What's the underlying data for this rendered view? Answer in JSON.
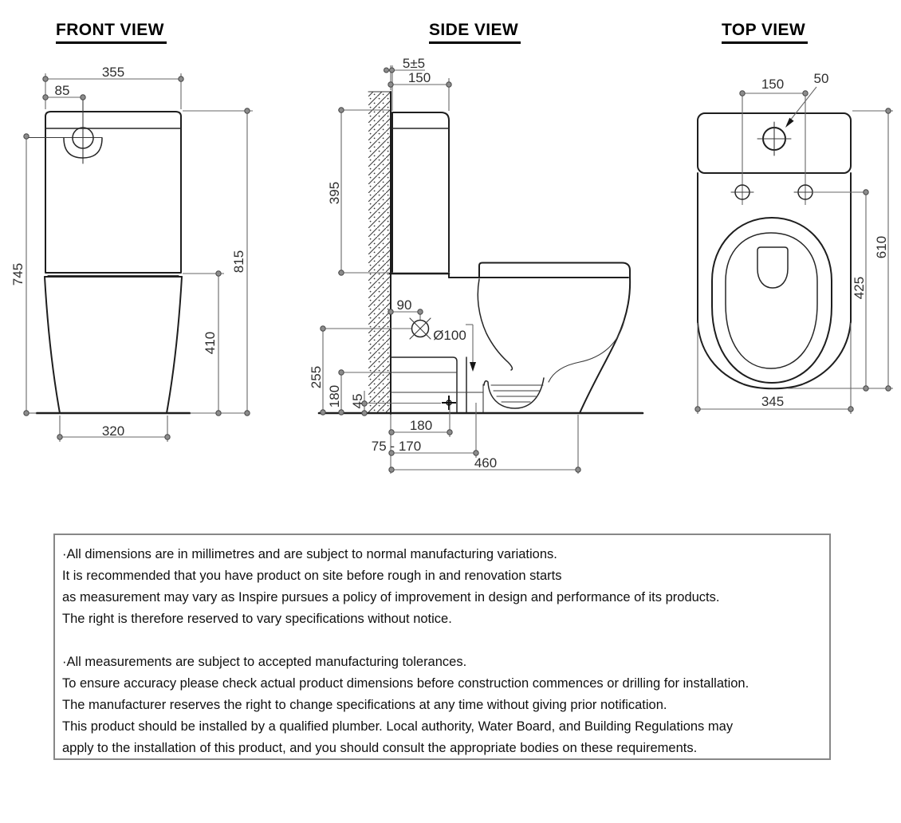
{
  "drawing": {
    "front": {
      "title": "FRONT VIEW",
      "dims": {
        "tank_width": "355",
        "button_offset": "85",
        "button_height": "745",
        "overall_height": "815",
        "pan_height": "410",
        "base_width": "320"
      }
    },
    "side": {
      "title": "SIDE VIEW",
      "dims": {
        "wall_gap": "5±5",
        "tank_depth": "150",
        "tank_height": "395",
        "inlet_setout": "90",
        "outlet_diameter": "Ø100",
        "inlet_height": "255",
        "outlet_top_height": "180",
        "fixing_height": "45",
        "fixing_setout": "180",
        "outlet_setout_range": "75 - 170",
        "projection": "460"
      }
    },
    "top": {
      "title": "TOP VIEW",
      "dims": {
        "inlet_spacing": "150",
        "inlet_hole": "50",
        "overall_depth": "610",
        "fixing_to_front": "425",
        "overall_width": "345"
      }
    }
  },
  "notes": {
    "para1": [
      "·All dimensions are in millimetres and are subject to normal manufacturing variations.",
      "It is recommended that you have product on site before rough in and renovation starts",
      "as measurement may vary as Inspire pursues a policy of improvement in design and performance of its products.",
      "The right is therefore reserved to vary specifications without notice."
    ],
    "para2": [
      "·All measurements are subject to accepted manufacturing tolerances.",
      "To ensure accuracy please check actual product dimensions before construction commences or drilling for installation.",
      "The manufacturer reserves the right to change specifications at any time without giving prior notification.",
      "This product should be installed by a qualified plumber. Local authority, Water Board, and Building Regulations may",
      "apply to the installation of this product, and you should consult the appropriate bodies on these requirements."
    ]
  }
}
